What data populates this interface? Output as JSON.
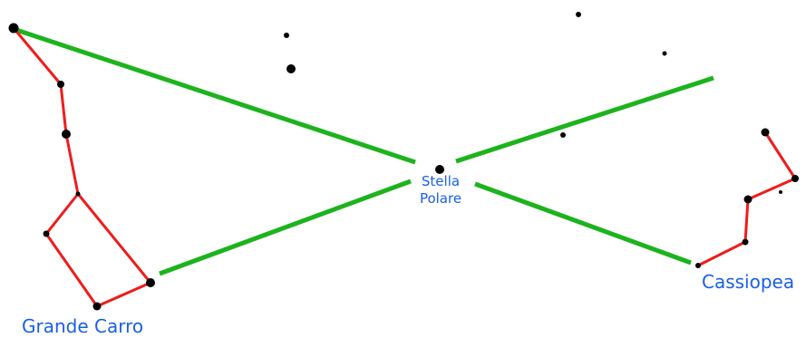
{
  "colors": {
    "background": "#ffffff",
    "pointer_line": "#1db31d",
    "constellation_line": "#ee1c1c",
    "star": "#000000",
    "label": "#1a5ee6"
  },
  "labels": {
    "polaris_line1": "Stella",
    "polaris_line2": "Polare",
    "cassiopeia": "Cassiopea",
    "big_dipper": "Grande Carro"
  }
}
